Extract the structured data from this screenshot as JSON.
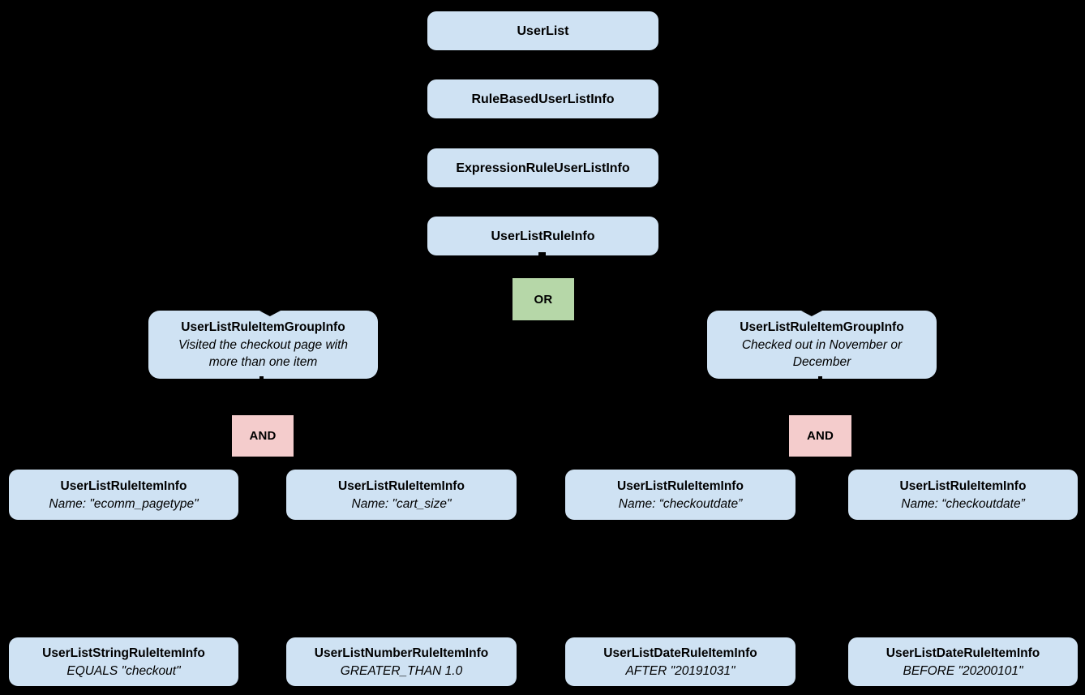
{
  "diagram": {
    "background_color": "#000000",
    "colors": {
      "node_fill": "#cfe2f3",
      "or_fill": "#b6d7a8",
      "and_fill": "#f4cccc",
      "text": "#000000",
      "connector": "#000000"
    },
    "nodes": {
      "userlist": {
        "label": "UserList"
      },
      "rule_based": {
        "label": "RuleBasedUserListInfo"
      },
      "expression_rule": {
        "label": "ExpressionRuleUserListInfo"
      },
      "user_list_rule": {
        "label": "UserListRuleInfo"
      },
      "or_operator": {
        "label": "OR"
      },
      "group_left": {
        "title": "UserListRuleItemGroupInfo",
        "description": "Visited the checkout page with more than one item"
      },
      "group_right": {
        "title": "UserListRuleItemGroupInfo",
        "description": "Checked out in November or December"
      },
      "and_left": {
        "label": "AND"
      },
      "and_right": {
        "label": "AND"
      },
      "item_ecomm": {
        "title": "UserListRuleItemInfo",
        "detail": "Name: \"ecomm_pagetype\""
      },
      "item_cart": {
        "title": "UserListRuleItemInfo",
        "detail": "Name: \"cart_size\""
      },
      "item_checkout1": {
        "title": "UserListRuleItemInfo",
        "detail": "Name: “checkoutdate”"
      },
      "item_checkout2": {
        "title": "UserListRuleItemInfo",
        "detail": "Name: “checkoutdate”"
      },
      "leaf_string": {
        "title": "UserListStringRuleItemInfo",
        "detail": "EQUALS \"checkout\""
      },
      "leaf_number": {
        "title": "UserListNumberRuleItemInfo",
        "detail": "GREATER_THAN 1.0"
      },
      "leaf_date_after": {
        "title": "UserListDateRuleItemInfo",
        "detail": "AFTER \"20191031\""
      },
      "leaf_date_before": {
        "title": "UserListDateRuleItemInfo",
        "detail": "BEFORE \"20200101\""
      }
    }
  }
}
